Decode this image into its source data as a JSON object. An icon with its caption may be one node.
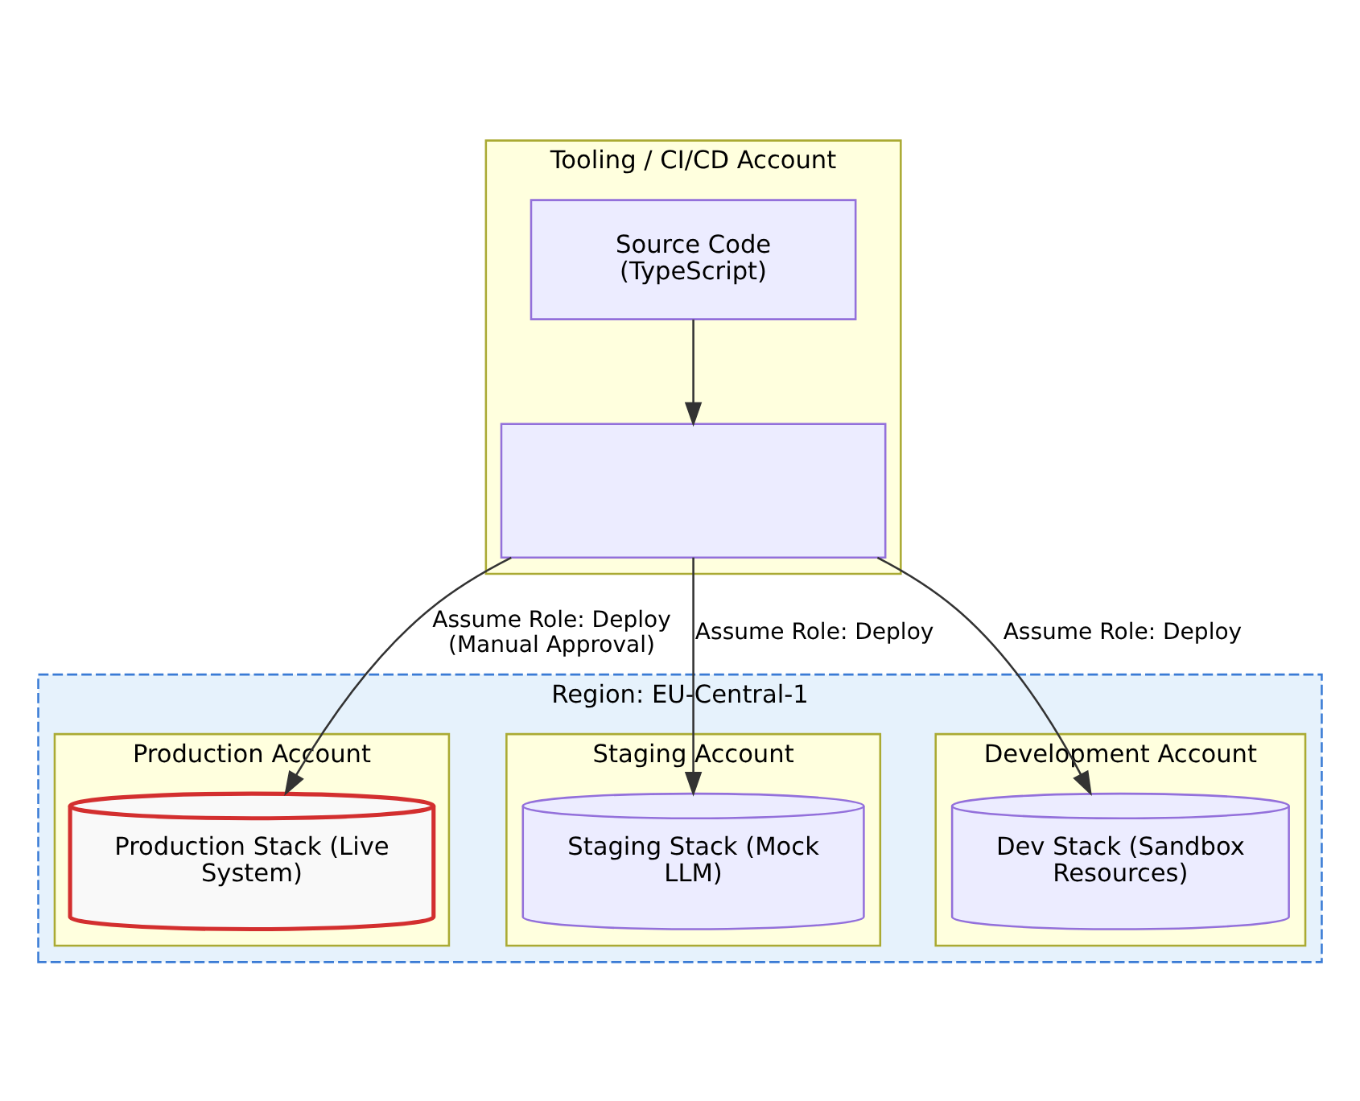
{
  "diagram": {
    "nodes": [
      {
        "text": [
          "Tooling / CI/CD Account"
        ]
      },
      {
        "text": [
          "Source Code (TypeScript)"
        ],
        "in": 0
      },
      {
        "text": [],
        "shape": "box",
        "in": 0
      },
      {
        "text": [
          "Region: EU-Central-1"
        ]
      },
      {
        "text": [
          "Production Account"
        ],
        "in": 3
      },
      {
        "text": [
          "Production Stack (Live System)"
        ],
        "in": 4
      },
      {
        "text": [
          "Staging Account"
        ],
        "in": 3
      },
      {
        "text": [
          "Staging Stack (Mock LLM)"
        ],
        "in": 6
      },
      {
        "text": [
          "Development Account"
        ],
        "in": 3
      },
      {
        "text": [
          "Dev Stack (Sandbox Resources)"
        ],
        "in": 8
      }
    ],
    "edges": [
      {
        "from": 1,
        "to": 2,
        "arrow": "to"
      },
      {
        "from": 2,
        "to": 5,
        "arrow": "to",
        "label": "Assume Role: Deploy (Manual Approval)"
      },
      {
        "from": 2,
        "to": 7,
        "arrow": "to",
        "label": "Assume Role: Deploy"
      },
      {
        "from": 2,
        "to": 9,
        "arrow": "to",
        "label": "Assume Role: Deploy"
      }
    ]
  }
}
